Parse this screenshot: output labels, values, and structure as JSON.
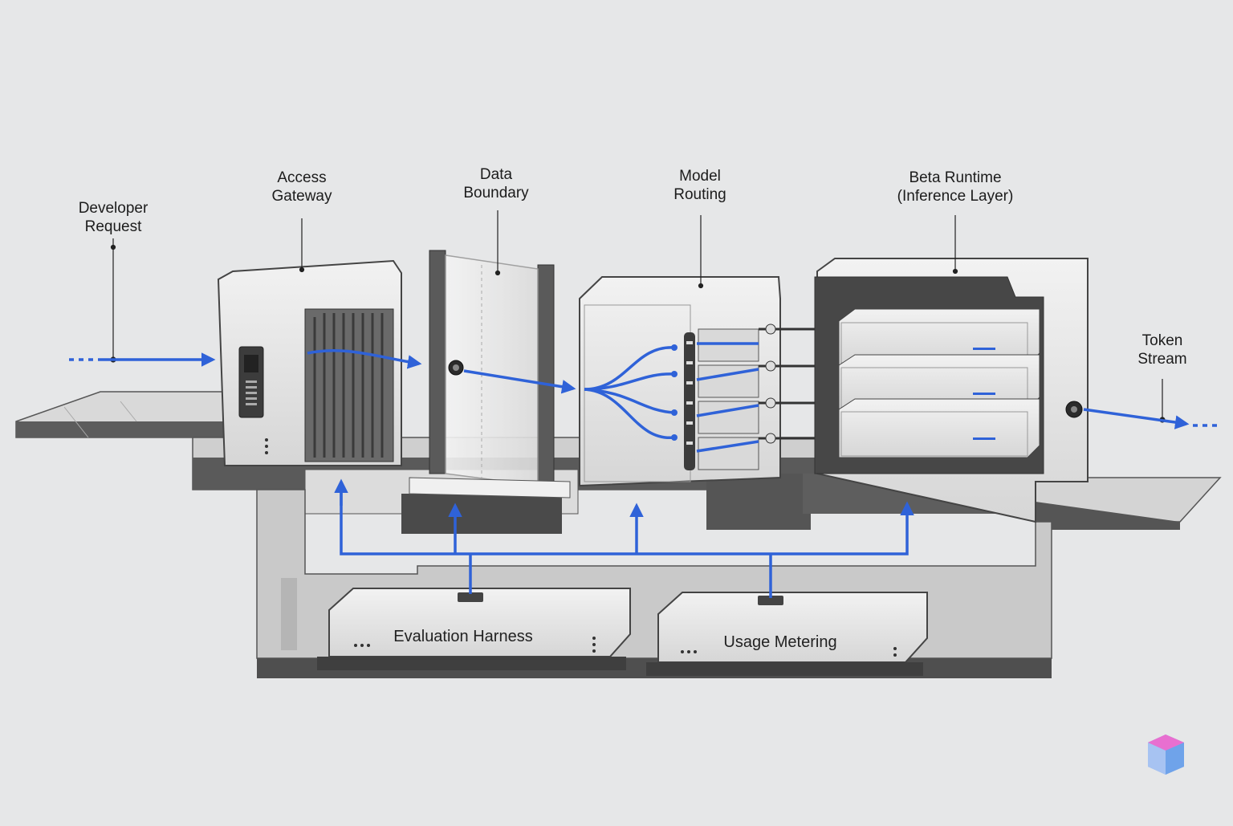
{
  "labels": {
    "developer_request": [
      "Developer",
      "Request"
    ],
    "access_gateway": [
      "Access",
      "Gateway"
    ],
    "data_boundary": [
      "Data",
      "Boundary"
    ],
    "model_routing": [
      "Model",
      "Routing"
    ],
    "beta_runtime": [
      "Beta Runtime",
      "(Inference Layer)"
    ],
    "token_stream": [
      "Token",
      "Stream"
    ],
    "evaluation_harness": "Evaluation Harness",
    "usage_metering": "Usage Metering"
  },
  "colors": {
    "background": "#e6e7e8",
    "flow_accent": "#2f62d8",
    "metal_light": "#ececec",
    "metal_dark": "#4a4a4a",
    "logo_pink": "#e86fd0",
    "logo_blue": "#6fa3ea"
  },
  "icons": {
    "logo": "cube-logo-icon"
  }
}
